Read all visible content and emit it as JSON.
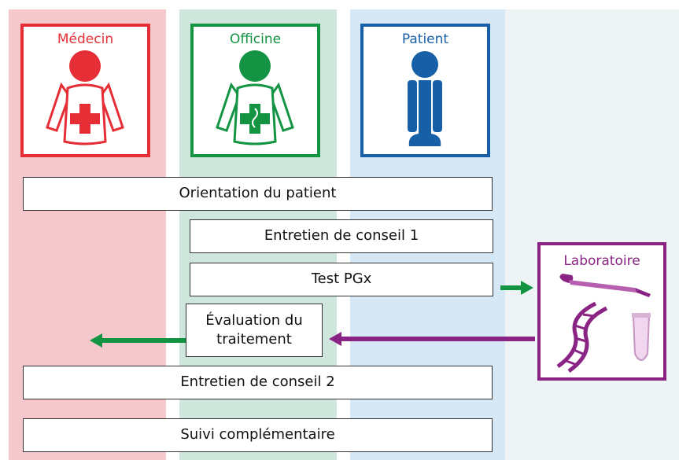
{
  "roles": {
    "medecin": "Médecin",
    "officine": "Officine",
    "patient": "Patient"
  },
  "steps": {
    "orientation": "Orientation du patient",
    "entretien1": "Entretien de conseil 1",
    "test": "Test PGx",
    "evaluation_line1": "Évaluation du",
    "evaluation_line2": "traitement",
    "entretien2": "Entretien de conseil 2",
    "suivi": "Suivi complémentaire"
  },
  "laboratory": {
    "label": "Laboratoire"
  },
  "colors": {
    "medecin": "#e52e35",
    "officine": "#129443",
    "patient": "#1760a8",
    "laboratoire": "#8a2484"
  },
  "icons": [
    "doctor-icon",
    "pharmacist-icon",
    "patient-icon",
    "laboratory-icon",
    "arrow-right-icon",
    "arrow-left-icon"
  ]
}
